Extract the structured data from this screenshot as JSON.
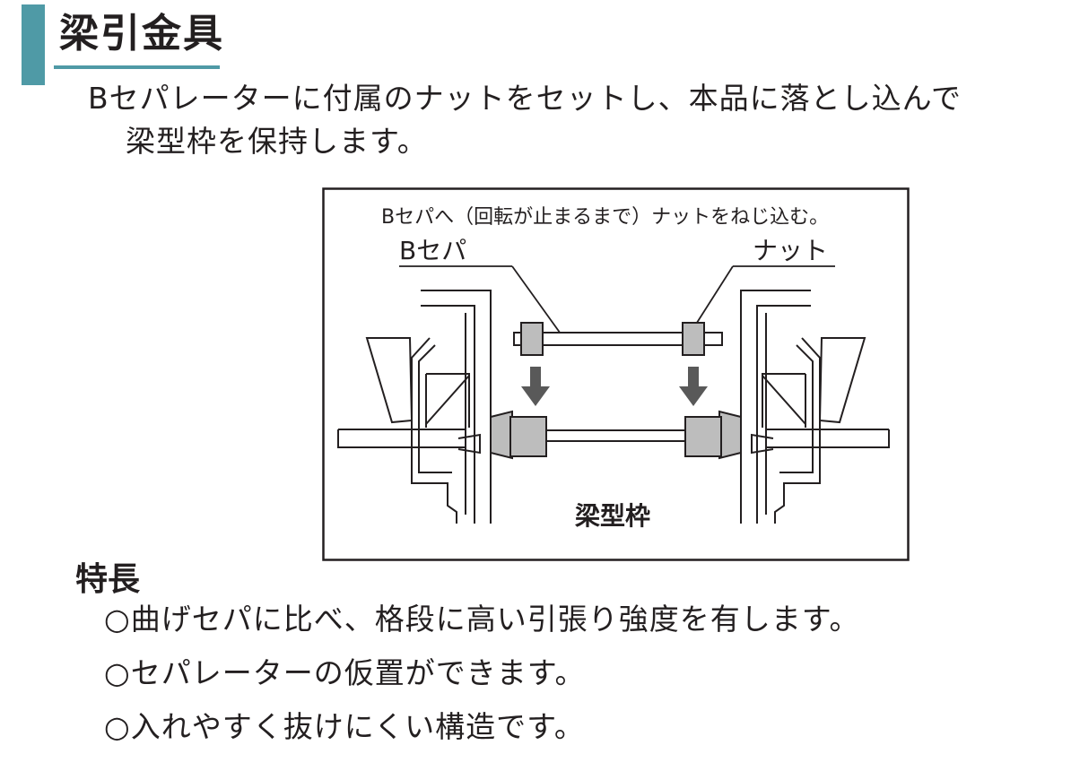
{
  "title": "梁引金具",
  "intro": {
    "line1": "Bセパレーターに付属のナットをセットし、本品に落とし込んで",
    "line2": "梁型枠を保持します。"
  },
  "diagram": {
    "instruction": "Bセパへ（回転が止まるまで）ナットをねじ込む。",
    "label_bsepa": "Bセパ",
    "label_nut": "ナット",
    "label_formwork": "梁型枠",
    "colors": {
      "part_gray": "#bdbdbd",
      "arrow": "#595959",
      "line": "#231f20"
    }
  },
  "features": {
    "heading": "特長",
    "items": [
      "○曲げセパに比べ、格段に高い引張り強度を有します。",
      "○セパレーターの仮置ができます。",
      "○入れやすく抜けにくい構造です。"
    ]
  },
  "accent_color": "#4f9aa6"
}
